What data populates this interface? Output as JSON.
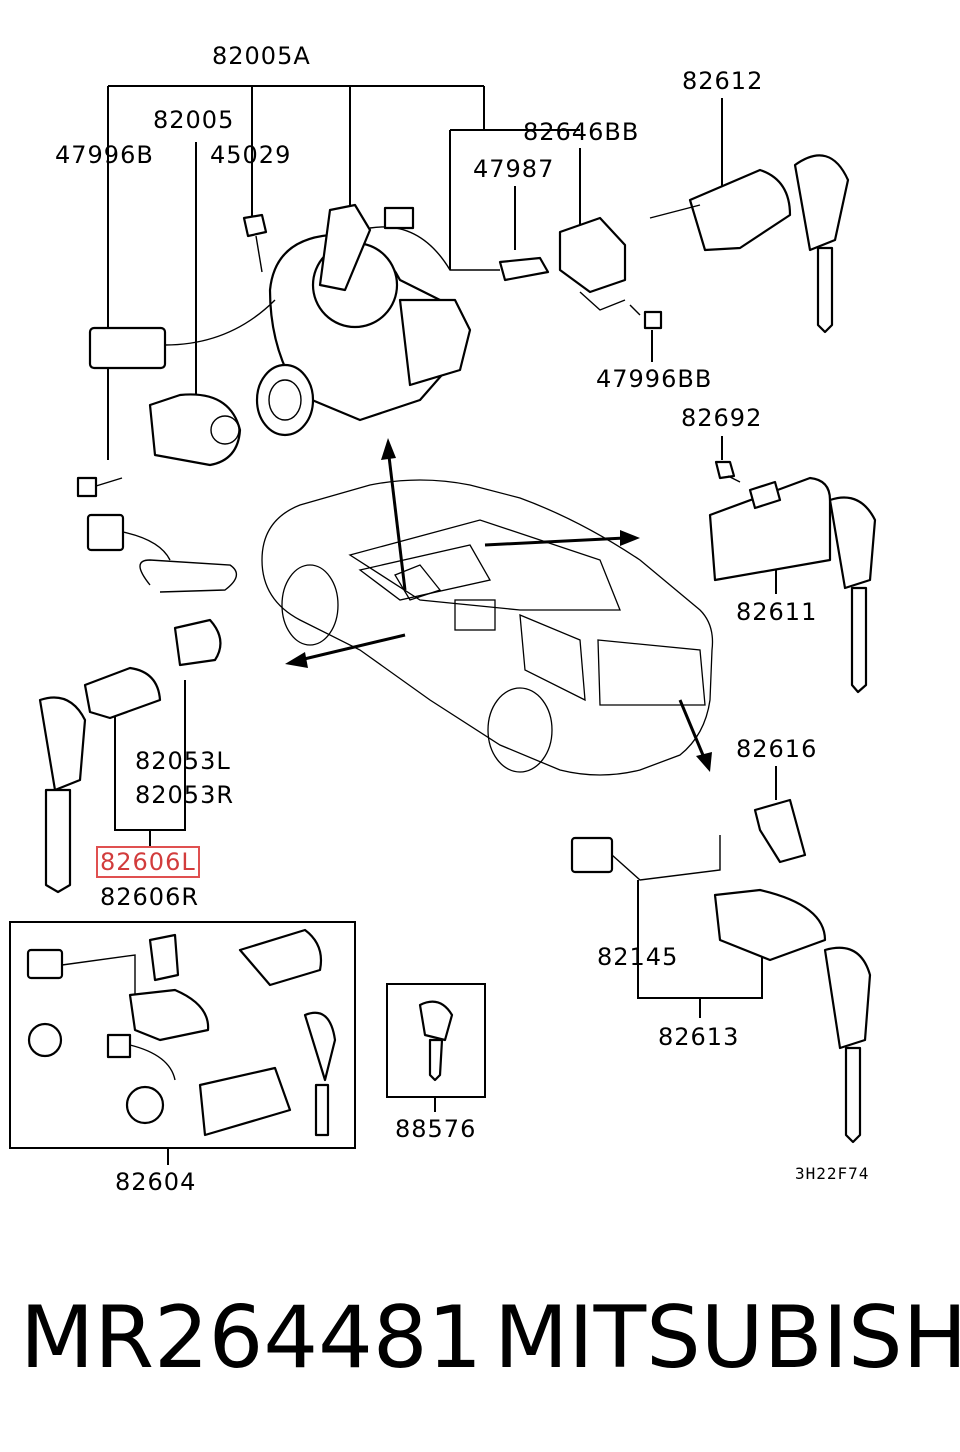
{
  "callouts": {
    "c82005A": "82005A",
    "c82005": "82005",
    "c47996B": "47996B",
    "c45029": "45029",
    "c82612": "82612",
    "c82646BB": "82646BB",
    "c47987": "47987",
    "c47996BB": "47996BB",
    "c82692": "82692",
    "c82611": "82611",
    "c82053L": "82053L",
    "c82053R": "82053R",
    "c82606L": "82606L",
    "c82606R": "82606R",
    "c82616": "82616",
    "c82145": "82145",
    "c82613": "82613",
    "c82604": "82604",
    "c88576": "88576",
    "diagram_code": "3H22F74"
  },
  "footer": {
    "part_number": "MR264481",
    "brand": "MITSUBISHI"
  },
  "colors": {
    "highlight": "#e05050",
    "line": "#000000",
    "background": "#ffffff"
  }
}
